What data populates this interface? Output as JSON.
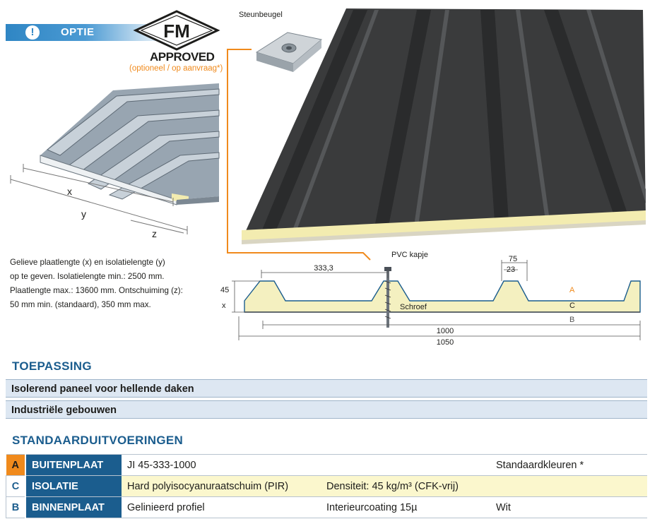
{
  "option": {
    "label": "OPTIE",
    "fm_logo": "FM",
    "approved": "APPROVED",
    "note": "(optioneel / op aanvraag*)"
  },
  "labels": {
    "steunbeugel": "Steunbeugel",
    "pvc_kapje": "PVC kapje",
    "schroef": "Schroef"
  },
  "panel_dims": {
    "x": "x",
    "y": "y",
    "z": "z"
  },
  "intro_text": [
    "Gelieve plaatlengte (x) en isolatielengte (y)",
    "op te geven. Isolatielengte min.: 2500 mm.",
    "Plaatlengte max.: 13600 mm. Ontschuiming (z):",
    "50 mm min. (standaard), 350 mm max."
  ],
  "profile_dims": {
    "pitch": "333,3",
    "top_width": "75",
    "inner_width": "23",
    "height": "45",
    "thickness": "x",
    "width_cover": "1000",
    "width_total": "1050",
    "layer_a": "A",
    "layer_b": "B",
    "layer_c": "C"
  },
  "toepassing": {
    "title": "TOEPASSING",
    "rows": [
      "Isolerend paneel voor hellende daken",
      "Industriële gebouwen"
    ]
  },
  "standaard": {
    "title": "STANDAARDUITVOERINGEN",
    "rows": [
      {
        "code": "A",
        "cat": "BUITENPLAAT",
        "c1": "JI 45-333-1000",
        "c2": "",
        "c3": "Standaardkleuren *"
      },
      {
        "code": "C",
        "cat": "ISOLATIE",
        "c1": "Hard polyisocyanuraatschuim (PIR)",
        "c2": "Densiteit: 45 kg/m³ (CFK-vrij)",
        "c3": ""
      },
      {
        "code": "B",
        "cat": "BINNENPLAAT",
        "c1": "Gelinieerd profiel",
        "c2": "Interieurcoating 15µ",
        "c3": "Wit"
      }
    ]
  },
  "colors": {
    "accent_blue": "#1b5d8e",
    "accent_orange": "#f08a1c",
    "foam": "#f3ecb0",
    "panel_dark": "#3a3b3c"
  },
  "icons": [
    "info-icon",
    "fm-diamond-logo",
    "steunbeugel-bracket-illustration"
  ]
}
